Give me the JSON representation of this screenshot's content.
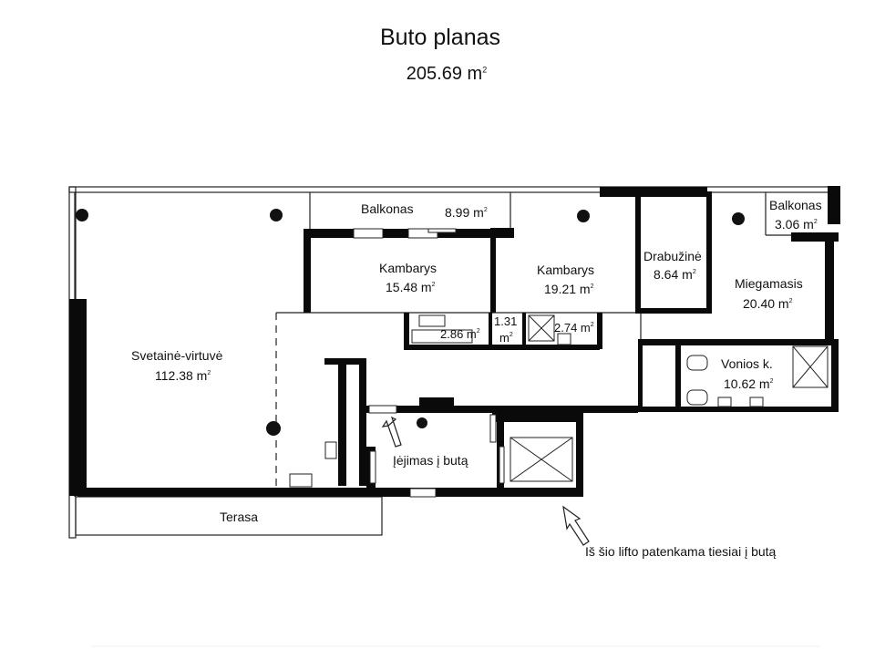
{
  "title": "Buto planas",
  "total_area": {
    "value": "205.69 m",
    "unit_sup": "2"
  },
  "rooms": {
    "balcony_top": {
      "name": "Balkonas",
      "area": "8.99 m",
      "sup": "2"
    },
    "balcony_right": {
      "name": "Balkonas",
      "area": "3.06 m",
      "sup": "2"
    },
    "room_1": {
      "name": "Kambarys",
      "area": "15.48 m",
      "sup": "2"
    },
    "room_2": {
      "name": "Kambarys",
      "area": "19.21 m",
      "sup": "2"
    },
    "wardrobe": {
      "name": "Drabužinė",
      "area": "8.64 m",
      "sup": "2"
    },
    "bedroom": {
      "name": "Miegamasis",
      "area": "20.40 m",
      "sup": "2"
    },
    "living": {
      "name": "Svetainė-virtuvė",
      "area": "112.38 m",
      "sup": "2"
    },
    "wc_1": {
      "area": "2.86 m",
      "sup": "2"
    },
    "storage": {
      "area": "1.31",
      "area2": "m",
      "sup": "2"
    },
    "wc_2": {
      "area": "2.74 m",
      "sup": "2"
    },
    "bathroom": {
      "name": "Vonios k.",
      "area": "10.62 m",
      "sup": "2"
    },
    "terrace": {
      "name": "Terasa"
    }
  },
  "entrance_label": "Įėjimas į butą",
  "lift_note": "Iš šio lifto patenkama tiesiai į butą"
}
